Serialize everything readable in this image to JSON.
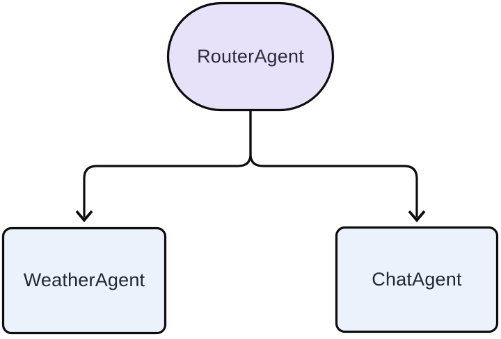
{
  "diagram": {
    "type": "flowchart",
    "direction": "top-down",
    "nodes": [
      {
        "id": "router",
        "label": "RouterAgent",
        "shape": "stadium",
        "fill": "#E8E1FA"
      },
      {
        "id": "weather",
        "label": "WeatherAgent",
        "shape": "rounded-rect",
        "fill": "#ECF2FB"
      },
      {
        "id": "chat",
        "label": "ChatAgent",
        "shape": "rounded-rect",
        "fill": "#ECF2FB"
      }
    ],
    "edges": [
      {
        "from": "RouterAgent",
        "to": "WeatherAgent",
        "arrow": "down"
      },
      {
        "from": "RouterAgent",
        "to": "ChatAgent",
        "arrow": "down"
      }
    ],
    "colors": {
      "stroke": "#0d0d0d",
      "text": "#262b38",
      "background": "#ffffff"
    }
  }
}
